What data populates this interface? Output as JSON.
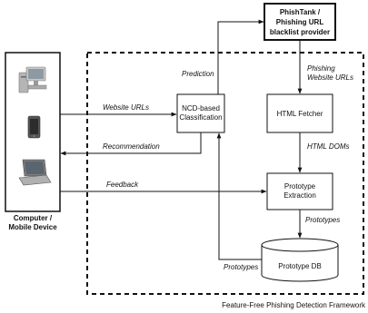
{
  "device": {
    "label_line1": "Computer /",
    "label_line2": "Mobile Device",
    "icons": [
      "desktop-computer-icon",
      "mobile-phone-icon",
      "laptop-icon"
    ]
  },
  "external": {
    "line1": "PhishTank /",
    "line2": "Phishing URL",
    "line3": "blacklist provider"
  },
  "nodes": {
    "ncd_line1": "NCD-based",
    "ncd_line2": "Classification",
    "fetcher": "HTML Fetcher",
    "proto_line1": "Prototype",
    "proto_line2": "Extraction",
    "db": "Prototype DB"
  },
  "edges": {
    "website_urls": "Website URLs",
    "recommendation": "Recommendation",
    "feedback": "Feedback",
    "prediction": "Prediction",
    "phishing_line1": "Phishing",
    "phishing_line2": "Website URLs",
    "html_doms": "HTML DOMs",
    "prototypes_down": "Prototypes",
    "prototypes_left": "Prototypes"
  },
  "framework": {
    "caption": "Feature-Free Phishing Detection Framework"
  }
}
